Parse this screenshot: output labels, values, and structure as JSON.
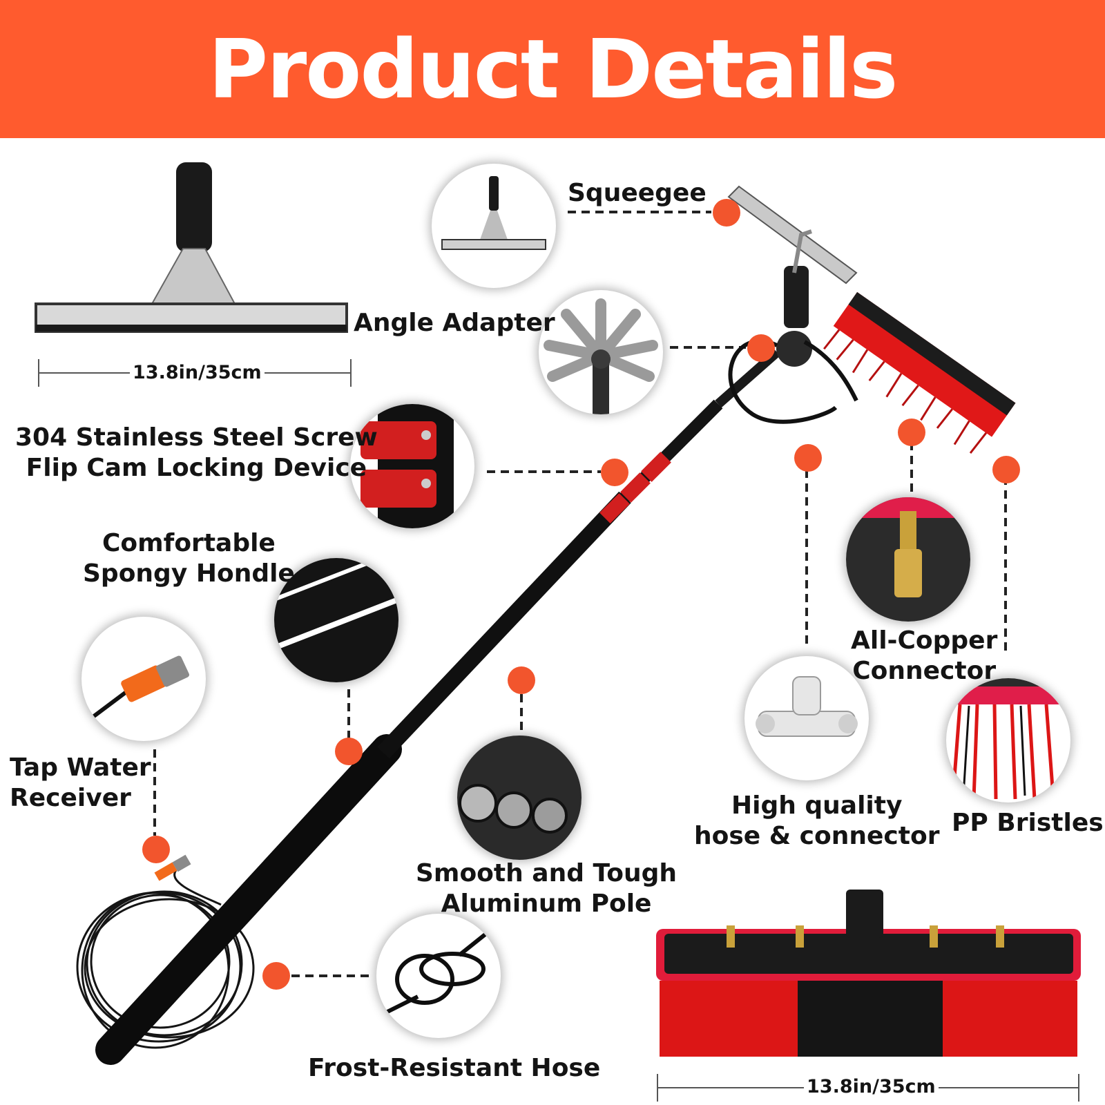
{
  "header": {
    "title": "Product Details"
  },
  "labels": {
    "squeegee": "Squeegee",
    "angle_adapter": "Angle Adapter",
    "flip_cam": "304 Stainless Steel Screw\nFlip Cam Locking Device",
    "handle": "Comfortable\nSpongy Hondle",
    "tap_water": "Tap Water\nReceiver",
    "pole": "Smooth and Tough\nAluminum Pole",
    "hose": "Frost-Resistant Hose",
    "copper": "All-Copper\nConnector",
    "hose_connector": "High quality\nhose & connector",
    "bristles": "PP Bristles"
  },
  "dimensions": {
    "squeegee_width": "13.8in/35cm",
    "brush_width": "13.8in/35cm"
  },
  "icons": [
    "squeegee-icon",
    "angle-adapter-icon",
    "flip-cam-icon",
    "spongy-handle-icon",
    "tap-water-receiver-icon",
    "aluminum-pole-icon",
    "hose-coil-icon",
    "copper-connector-icon",
    "tee-connector-icon",
    "bristles-icon"
  ],
  "colors": {
    "header": "#ff5b2e",
    "accent_dot": "#f2552d",
    "brush_red": "#e01818",
    "text": "#141414"
  }
}
